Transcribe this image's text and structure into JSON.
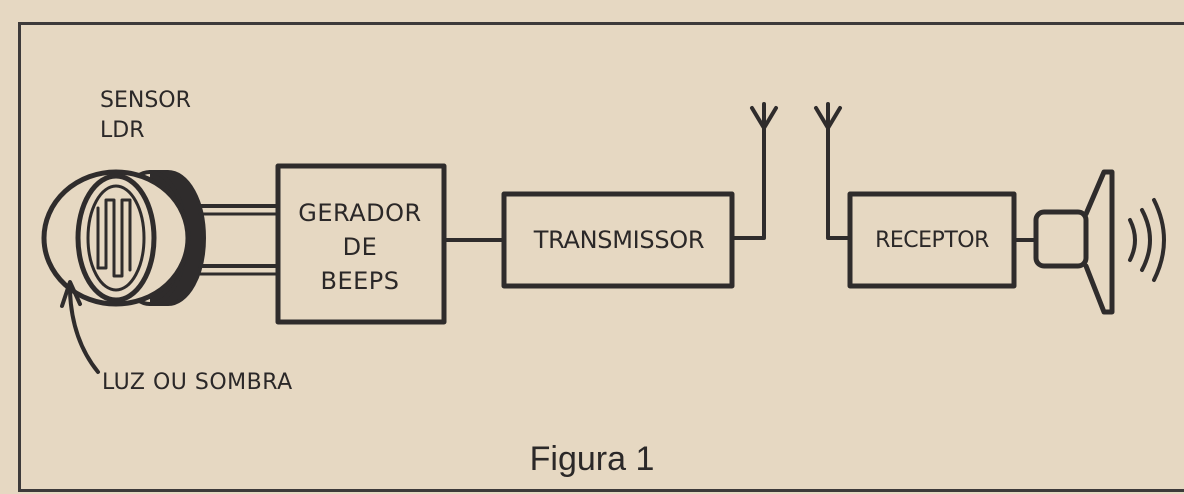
{
  "diagram": {
    "sensor_label": "SENSOR\nLDR",
    "generator_label": "GERADOR\nDE\nBEEPS",
    "transmitter_label": "TRANSMISSOR",
    "receiver_label": "RECEPTOR",
    "light_label": "LUZ OU SOMBRA",
    "caption": "Figura 1"
  },
  "icons": [
    "ldr-sensor-icon",
    "antenna-icon",
    "speaker-icon",
    "sound-waves-icon",
    "arrow-icon"
  ]
}
